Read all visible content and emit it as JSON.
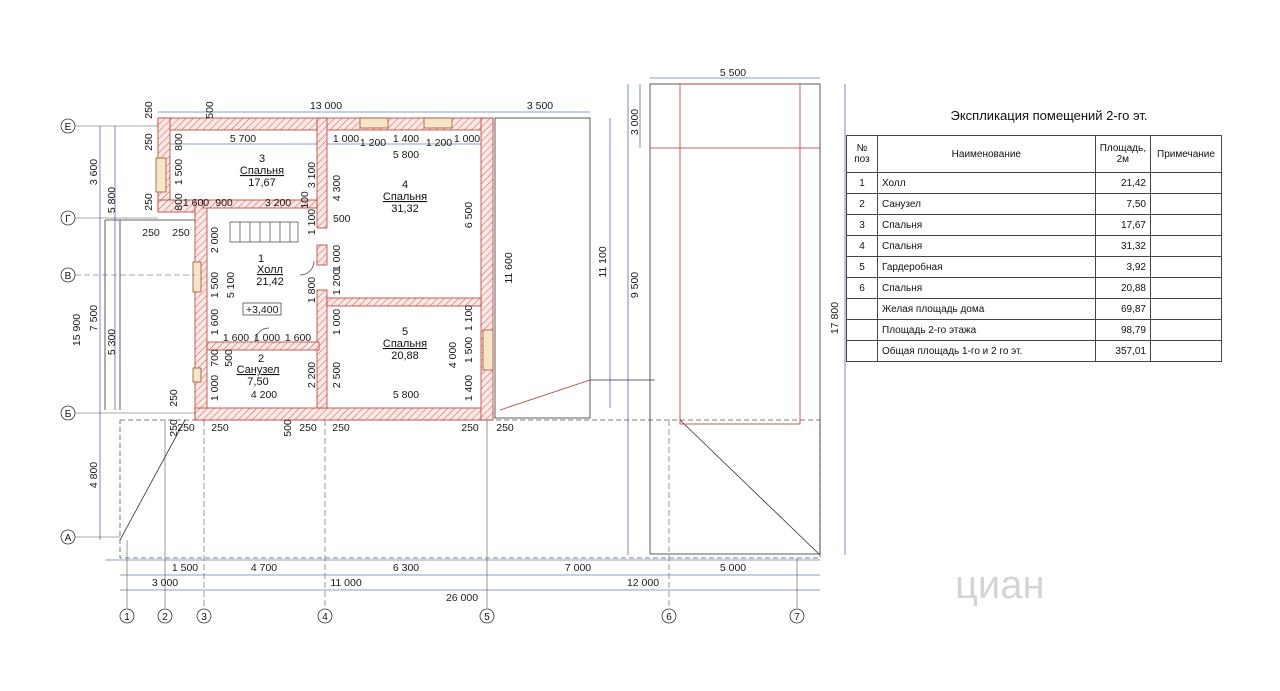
{
  "explication": {
    "title": "Экспликация помещений 2-го эт.",
    "headers": [
      "№\nпоз",
      "Наименование",
      "Площадь,\n2м",
      "Примечание"
    ],
    "rows": [
      {
        "num": "1",
        "name": "Холл",
        "area": "21,42",
        "note": ""
      },
      {
        "num": "2",
        "name": "Санузел",
        "area": "7,50",
        "note": ""
      },
      {
        "num": "3",
        "name": "Спальня",
        "area": "17,67",
        "note": ""
      },
      {
        "num": "4",
        "name": "Спальня",
        "area": "31,32",
        "note": ""
      },
      {
        "num": "5",
        "name": "Гардеробная",
        "area": "3,92",
        "note": ""
      },
      {
        "num": "6",
        "name": "Спальня",
        "area": "20,88",
        "note": ""
      },
      {
        "num": "",
        "name": "Желая площадь дома",
        "area": "69,87",
        "note": ""
      },
      {
        "num": "",
        "name": "Площадь 2-го этажа",
        "area": "98,79",
        "note": ""
      },
      {
        "num": "",
        "name": "Общая площадь 1-го и 2 го эт.",
        "area": "357,01",
        "note": ""
      }
    ]
  },
  "rooms": {
    "r1": {
      "num": "1",
      "name": "Холл",
      "area": "21,42"
    },
    "r2": {
      "num": "2",
      "name": "Санузел",
      "area": "7,50"
    },
    "r3": {
      "num": "3",
      "name": "Спальня",
      "area": "17,67"
    },
    "r4": {
      "num": "4",
      "name": "Спальня",
      "area": "31,32"
    },
    "r5": {
      "num": "5",
      "name": "Спальня",
      "area": "20,88"
    }
  },
  "level_mark": "+3,400",
  "axes": {
    "rows": [
      "Е",
      "Г",
      "В",
      "Б",
      "А"
    ],
    "cols": [
      "1",
      "2",
      "3",
      "4",
      "5",
      "6",
      "7"
    ]
  },
  "dims": {
    "d13000": "13 000",
    "d3500": "3 500",
    "d5500": "5 500",
    "d250a": "250",
    "d500a": "500",
    "d5700": "5 700",
    "d1000a": "1 000",
    "d1200a": "1 200",
    "d1400a": "1 400",
    "d1200b": "1 200",
    "d1000b": "1 000",
    "d5800a": "5 800",
    "d1600a": "1 600",
    "d900": "900",
    "d3200": "3 200",
    "d250b": "250",
    "d250c": "250",
    "d1600b": "1 600",
    "d1000c": "1 000",
    "d1600c": "1 600",
    "d4200": "4 200",
    "d5800b": "5 800",
    "d250d": "250",
    "d250e": "250",
    "d500b": "500",
    "d250f": "250",
    "d250g": "250",
    "d250h": "250",
    "d250i": "250",
    "d1500": "1 500",
    "d4700": "4 700",
    "d6300": "6 300",
    "d7000": "7 000",
    "d5000": "5 000",
    "d3000": "3 000",
    "d11000": "11 000",
    "d12000": "12 000",
    "d26000": "26 000",
    "v3600": "3 600",
    "v5800": "5 800",
    "v7500": "7 500",
    "v15900": "15 900",
    "v5300": "5 300",
    "v4800": "4 800",
    "v250a": "250",
    "v800a": "800",
    "v1500a": "1 500",
    "v250b": "250",
    "v800b": "800",
    "v2000": "2 000",
    "v1500b": "1 500",
    "v5100": "5 100",
    "v1600": "1 600",
    "v700": "700",
    "v500": "500",
    "v1000a": "1 000",
    "v3100": "3 100",
    "v100": "100",
    "v1100a": "1 100",
    "v1000b": "1 000",
    "v1200": "1 200",
    "v1800": "1 800",
    "v1000c": "1 000",
    "v2200": "2 200",
    "v2500": "2 500",
    "v4300": "4 300",
    "v500b": "500",
    "v6500": "6 500",
    "v11600": "11 600",
    "v11100": "11 100",
    "v9500": "9 500",
    "v17800": "17 800",
    "v3000": "3 000",
    "v1100b": "1 100",
    "v1500c": "1 500",
    "v1400": "1 400",
    "v4000": "4 000",
    "v250c": "250",
    "v250d": "250"
  },
  "watermark": "циан",
  "colors": {
    "wall_hatch": "#c0392b",
    "dim_line": "#1f3a93",
    "plan_line": "#000000"
  }
}
